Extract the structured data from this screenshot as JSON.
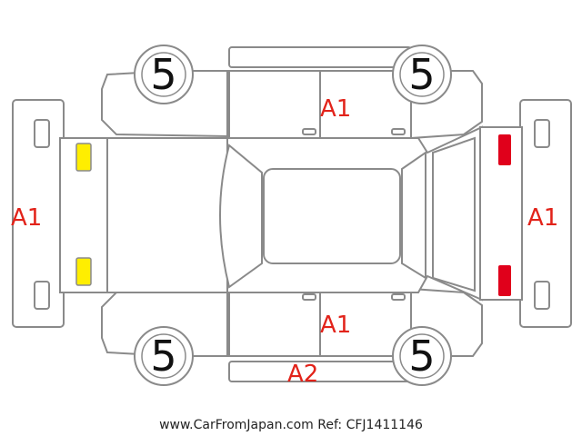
{
  "tires": {
    "front_left": "5",
    "front_right": "5",
    "rear_left": "5",
    "rear_right": "5"
  },
  "labels": {
    "front_bumper": "A1",
    "rear_bumper": "A1",
    "top_door": "A1",
    "bottom_door": "A1",
    "bottom_sill": "A2"
  },
  "colors": {
    "label_red": "#e2231a",
    "front_lamp": "#ffee00",
    "rear_lamp": "#e0001b",
    "outline": "#8a8a8a"
  },
  "footer": {
    "text": "www.CarFromJapan.com Ref: CFJ1411146"
  }
}
